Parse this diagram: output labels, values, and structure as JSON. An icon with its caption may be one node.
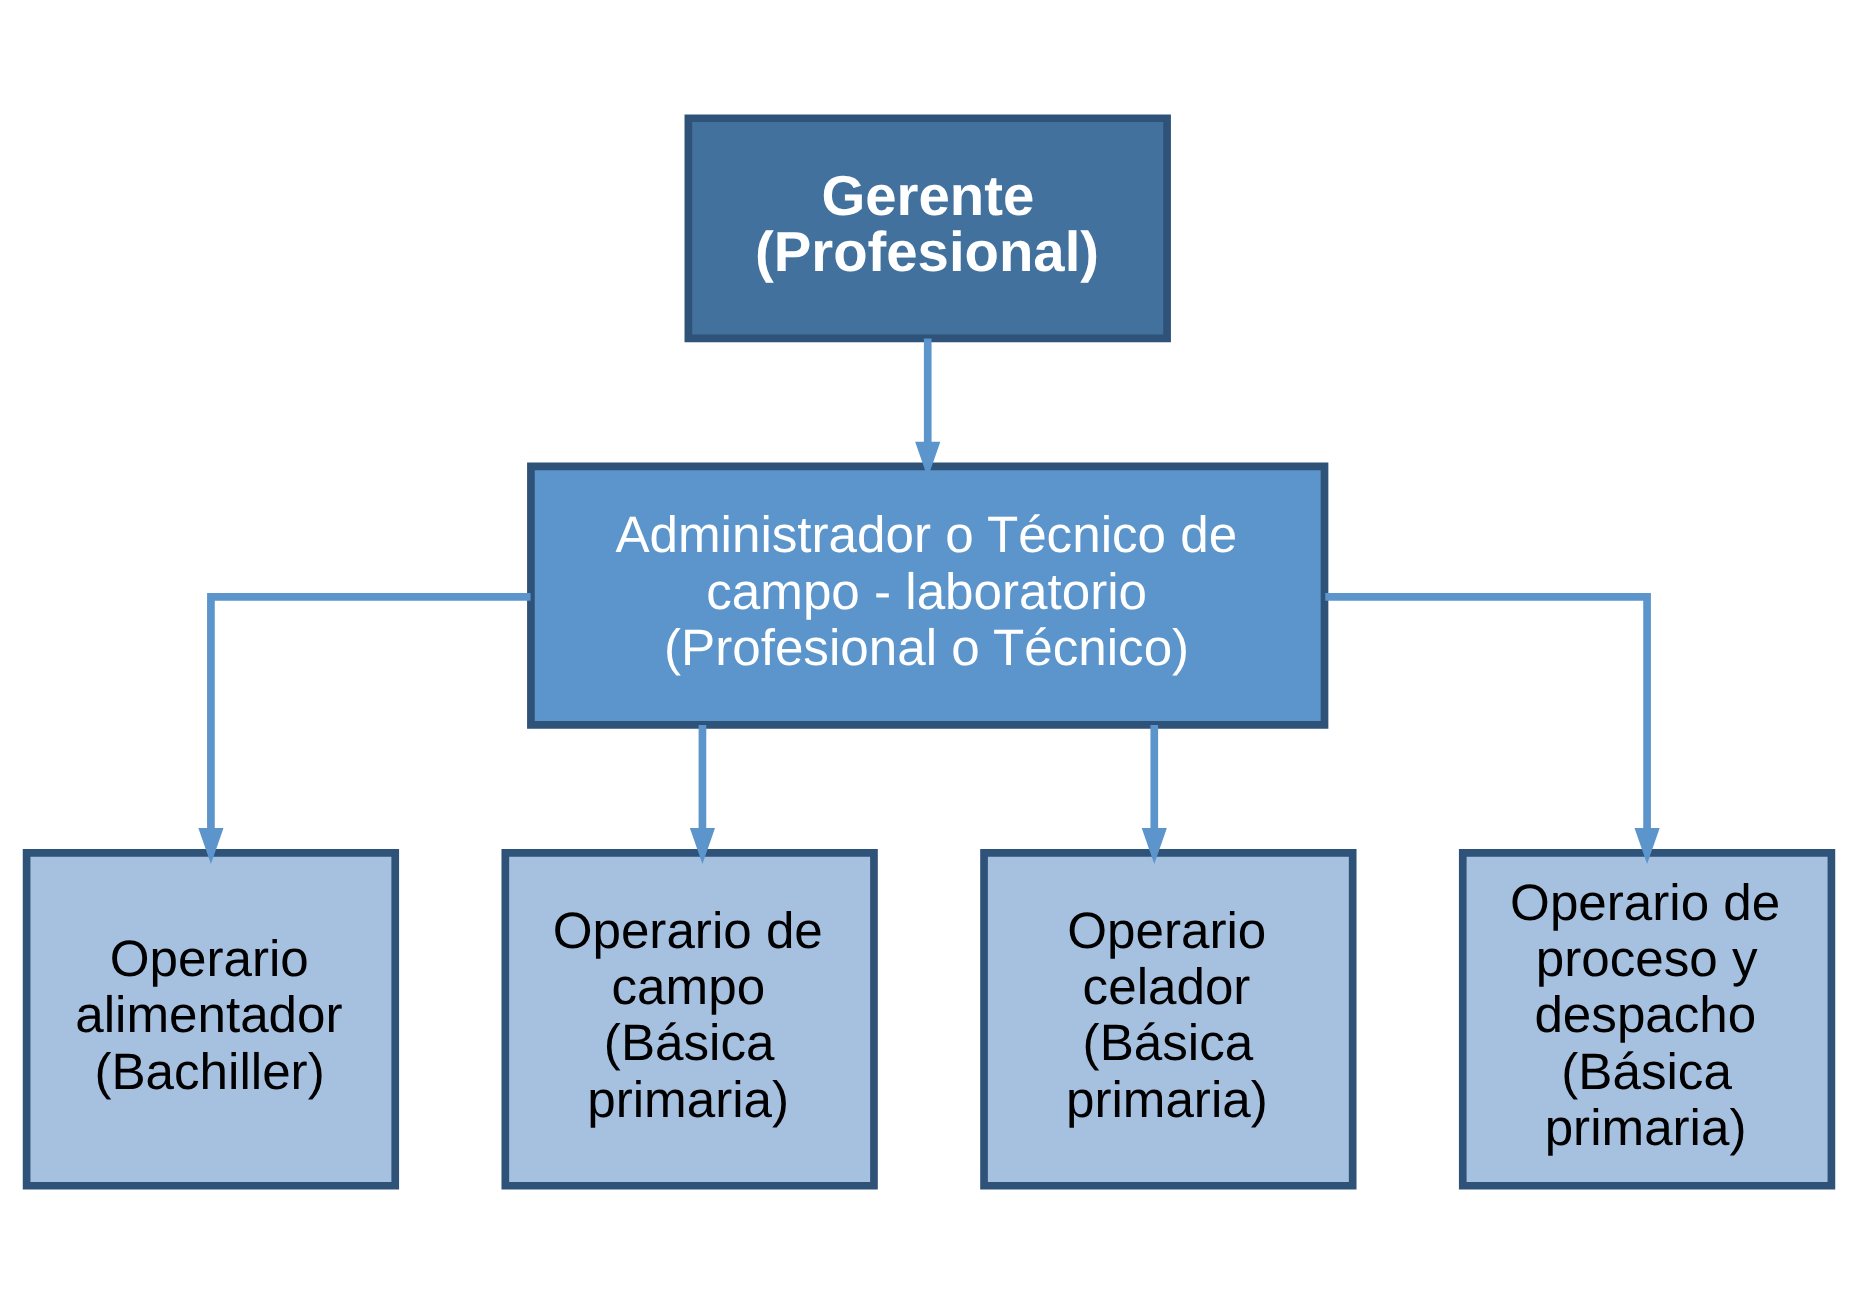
{
  "diagram": {
    "nodes": [
      {
        "text": [
          "Gerente (Profesional)"
        ]
      },
      {
        "text": [
          "Administrador o Técnico de campo - laboratorio (Profesional o Técnico)"
        ]
      },
      {
        "text": [
          "Operario alimentador (Bachiller)"
        ]
      },
      {
        "text": [
          "Operario de campo (Básica primaria)"
        ]
      },
      {
        "text": [
          "Operario celador (Básica primaria)"
        ]
      },
      {
        "text": [
          "Operario de proceso y despacho (Básica primaria)"
        ]
      }
    ],
    "edges": [
      {
        "from": 0,
        "to": 1,
        "arrow": "to"
      },
      {
        "from": 1,
        "to": 2,
        "arrow": "to"
      },
      {
        "from": 1,
        "to": 3,
        "arrow": "to"
      },
      {
        "from": 1,
        "to": 4,
        "arrow": "to"
      },
      {
        "from": 1,
        "to": 5,
        "arrow": "to"
      }
    ]
  }
}
